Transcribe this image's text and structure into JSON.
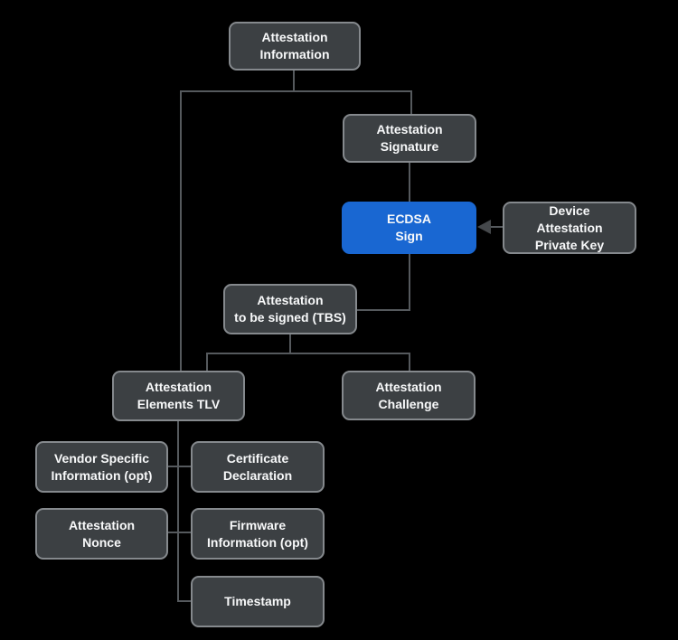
{
  "colors": {
    "background": "#000000",
    "node_fill": "#3c4043",
    "node_border": "#85898d",
    "node_text": "#f8f9fa",
    "accent_fill": "#1967d2",
    "line": "#55595d",
    "arrowhead": "#45484b"
  },
  "diagram": {
    "nodes": [
      {
        "id": "attestation-information",
        "label": "Attestation\nInformation",
        "highlighted": false
      },
      {
        "id": "attestation-signature",
        "label": "Attestation\nSignature",
        "highlighted": false
      },
      {
        "id": "ecdsa-sign",
        "label": "ECDSA\nSign",
        "highlighted": true
      },
      {
        "id": "device-attestation-private-key",
        "label": "Device\nAttestation\nPrivate Key",
        "highlighted": false
      },
      {
        "id": "attestation-tbs",
        "label": "Attestation\nto be signed (TBS)",
        "highlighted": false
      },
      {
        "id": "attestation-elements-tlv",
        "label": "Attestation\nElements TLV",
        "highlighted": false
      },
      {
        "id": "attestation-challenge",
        "label": "Attestation\nChallenge",
        "highlighted": false
      },
      {
        "id": "vendor-specific-information",
        "label": "Vendor Specific\nInformation (opt)",
        "highlighted": false
      },
      {
        "id": "certificate-declaration",
        "label": "Certificate\nDeclaration",
        "highlighted": false
      },
      {
        "id": "attestation-nonce",
        "label": "Attestation\nNonce",
        "highlighted": false
      },
      {
        "id": "firmware-information",
        "label": "Firmware\nInformation (opt)",
        "highlighted": false
      },
      {
        "id": "timestamp",
        "label": "Timestamp",
        "highlighted": false
      }
    ],
    "edges": [
      {
        "from": "attestation-information",
        "to": "attestation-signature",
        "type": "line"
      },
      {
        "from": "attestation-information",
        "to": "attestation-elements-tlv",
        "type": "line"
      },
      {
        "from": "attestation-signature",
        "to": "ecdsa-sign",
        "type": "line"
      },
      {
        "from": "device-attestation-private-key",
        "to": "ecdsa-sign",
        "type": "arrow"
      },
      {
        "from": "ecdsa-sign",
        "to": "attestation-tbs",
        "type": "line"
      },
      {
        "from": "attestation-tbs",
        "to": "attestation-elements-tlv",
        "type": "line"
      },
      {
        "from": "attestation-tbs",
        "to": "attestation-challenge",
        "type": "line"
      },
      {
        "from": "attestation-elements-tlv",
        "to": "vendor-specific-information",
        "type": "line"
      },
      {
        "from": "attestation-elements-tlv",
        "to": "certificate-declaration",
        "type": "line"
      },
      {
        "from": "attestation-elements-tlv",
        "to": "attestation-nonce",
        "type": "line"
      },
      {
        "from": "attestation-elements-tlv",
        "to": "firmware-information",
        "type": "line"
      },
      {
        "from": "attestation-elements-tlv",
        "to": "timestamp",
        "type": "line"
      }
    ]
  }
}
